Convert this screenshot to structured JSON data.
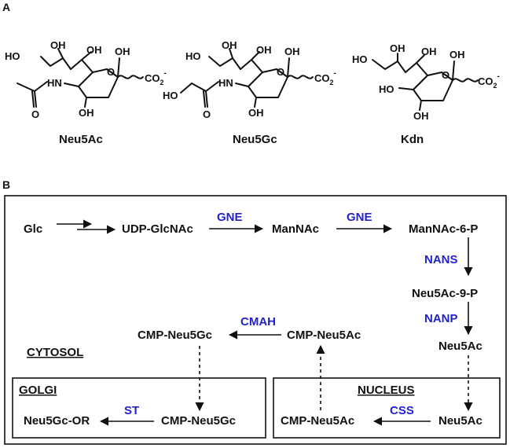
{
  "panel_a": {
    "label": "A",
    "molecules": [
      {
        "name": "Neu5Ac"
      },
      {
        "name": "Neu5Gc"
      },
      {
        "name": "Kdn"
      }
    ],
    "atoms": {
      "hydroxyl": "OH",
      "ho": "HO",
      "amide_nh": "HN",
      "ring_o": "O",
      "carbonyl_o": "O",
      "carboxylate": "CO",
      "carboxylate_sub": "2",
      "carboxylate_sup": "-"
    }
  },
  "panel_b": {
    "label": "B",
    "compartments": {
      "cytosol": "CYTOSOL",
      "golgi": "GOLGI",
      "nucleus": "NUCLEUS"
    },
    "metabolites": {
      "glc": "Glc",
      "udp_glcnac": "UDP-GlcNAc",
      "mannac": "ManNAc",
      "mannac_6p": "ManNAc-6-P",
      "neu5ac_9p": "Neu5Ac-9-P",
      "neu5ac_cyto": "Neu5Ac",
      "cmp_neu5ac_cyto": "CMP-Neu5Ac",
      "cmp_neu5gc_cyto": "CMP-Neu5Gc",
      "neu5ac_nuc": "Neu5Ac",
      "cmp_neu5ac_nuc": "CMP-Neu5Ac",
      "cmp_neu5gc_golgi": "CMP-Neu5Gc",
      "neu5gc_or": "Neu5Gc-OR"
    },
    "enzymes": {
      "gne1": "GNE",
      "gne2": "GNE",
      "nans": "NANS",
      "nanp": "NANP",
      "cmah": "CMAH",
      "css": "CSS",
      "st": "ST"
    },
    "colors": {
      "enzyme": "#2222cc",
      "text": "#111111"
    }
  }
}
